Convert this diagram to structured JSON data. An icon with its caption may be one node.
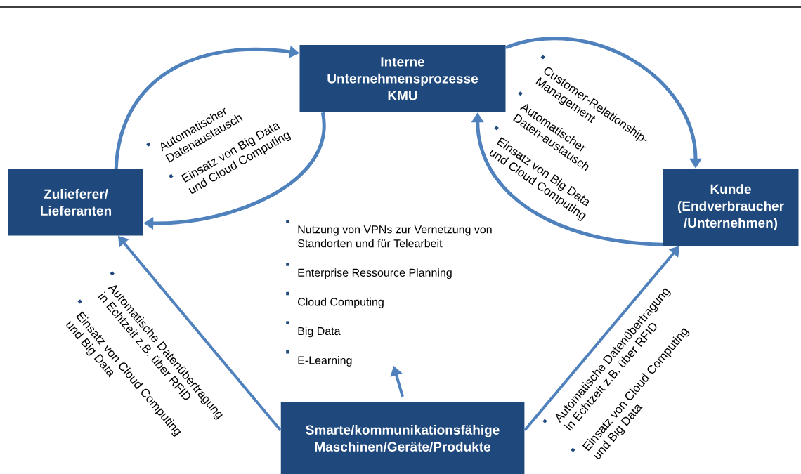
{
  "diagram": {
    "nodes": [
      {
        "text": [
          "Interne Unternehmensprozesse KMU"
        ]
      },
      {
        "text": [
          "Zulieferer/ Lieferanten"
        ]
      },
      {
        "text": [
          "Kunde (Endverbraucher /Unternehmen)"
        ]
      },
      {
        "text": [
          "Smarte/kommunikationsfähige Maschinen/Geräte/Produkte"
        ]
      },
      {
        "text": [
          "Nutzung von VPNs zur Vernetzung von Standorten und für Telearbeit",
          "Enterprise Ressource Planning",
          "Cloud Computing",
          "Big Data",
          "E-Learning"
        ]
      }
    ],
    "edges": [
      {
        "from": 1,
        "to": 0,
        "arrow": "to"
      },
      {
        "from": 0,
        "to": 1,
        "arrow": "to"
      },
      {
        "from": 0,
        "to": 2,
        "arrow": "to"
      },
      {
        "from": 2,
        "to": 0,
        "arrow": "to"
      },
      {
        "from": 3,
        "to": 1,
        "arrow": "to"
      },
      {
        "from": 3,
        "to": 2,
        "arrow": "to"
      },
      {
        "from": 3,
        "to": 4,
        "arrow": "to"
      }
    ],
    "labels": [
      "Automatischer Datenaustausch",
      "Einsatz von Big Data und Cloud Computing",
      "Customer-Relationship-Management",
      "Automatischer Daten-austausch",
      "Einsatz von Big Data und Cloud Computing",
      "Automatische Datenübertragung in Echtzeit z.B. über RFID",
      "Einsatz von Cloud Computing und Big Data",
      "Automatische Datenübertragung in Echtzeit z.B. über RFID",
      "Einsatz von Cloud Computing und Big Data"
    ]
  }
}
